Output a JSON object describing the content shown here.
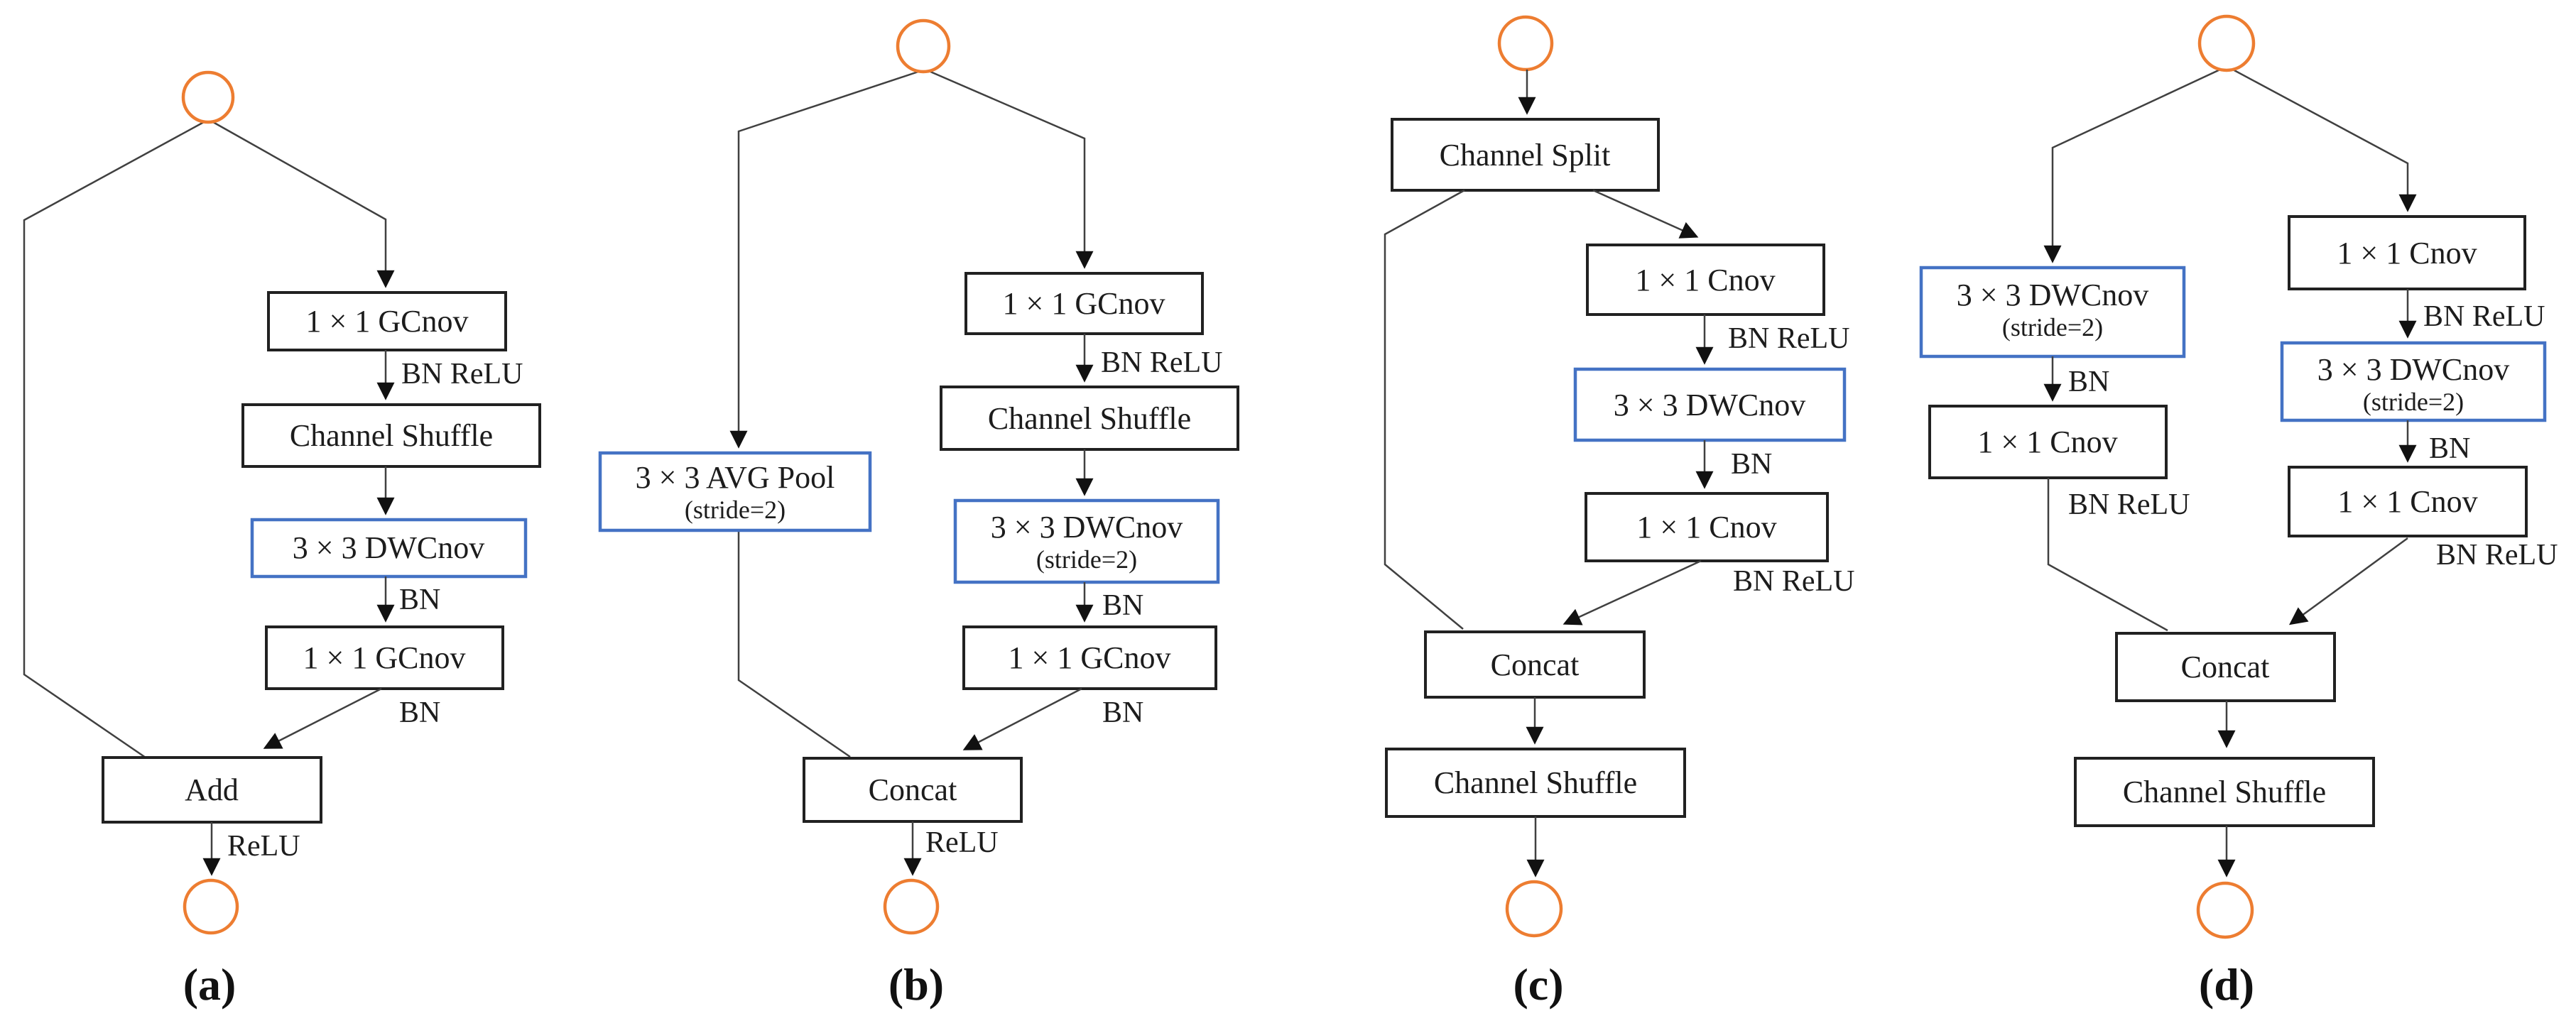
{
  "colors": {
    "node_circle": "#ED7D31",
    "highlight_box_border": "#4472C4",
    "box_border": "#212121",
    "connector": "#404040"
  },
  "panels": [
    {
      "id": "a",
      "caption": "(a)",
      "blocks": {
        "conv1": "1 × 1 GCnov",
        "shuffle": "Channel Shuffle",
        "dwconv": "3 × 3 DWCnov",
        "conv2": "1 × 1 GCnov",
        "merge": "Add"
      },
      "edges": {
        "bnrelu1": "BN ReLU",
        "bn1": "BN",
        "bn2": "BN",
        "out": "ReLU"
      }
    },
    {
      "id": "b",
      "caption": "(b)",
      "blocks": {
        "avgpool": "3 × 3 AVG Pool",
        "avgpool_sub": "(stride=2)",
        "conv1": "1 × 1 GCnov",
        "shuffle": "Channel Shuffle",
        "dwconv": "3 × 3 DWCnov",
        "dwconv_sub": "(stride=2)",
        "conv2": "1 × 1 GCnov",
        "merge": "Concat"
      },
      "edges": {
        "bnrelu1": "BN ReLU",
        "bn1": "BN",
        "bn2": "BN",
        "out": "ReLU"
      }
    },
    {
      "id": "c",
      "caption": "(c)",
      "blocks": {
        "split": "Channel Split",
        "conv1": "1 × 1 Cnov",
        "dwconv": "3 × 3 DWCnov",
        "conv2": "1 × 1 Cnov",
        "merge": "Concat",
        "shuffle": "Channel Shuffle"
      },
      "edges": {
        "bnrelu1": "BN ReLU",
        "bn1": "BN",
        "bnrelu2": "BN ReLU"
      }
    },
    {
      "id": "d",
      "caption": "(d)",
      "blocks": {
        "dwconvL": "3 × 3 DWCnov",
        "dwconvL_sub": "(stride=2)",
        "convL": "1 × 1 Cnov",
        "convR1": "1 × 1 Cnov",
        "dwconvR": "3 × 3 DWCnov",
        "dwconvR_sub": "(stride=2)",
        "convR2": "1 × 1 Cnov",
        "merge": "Concat",
        "shuffle": "Channel Shuffle"
      },
      "edges": {
        "bnL": "BN",
        "bnreluL": "BN ReLU",
        "bnreluR1": "BN ReLU",
        "bnR": "BN",
        "bnreluR2": "BN ReLU"
      }
    }
  ]
}
